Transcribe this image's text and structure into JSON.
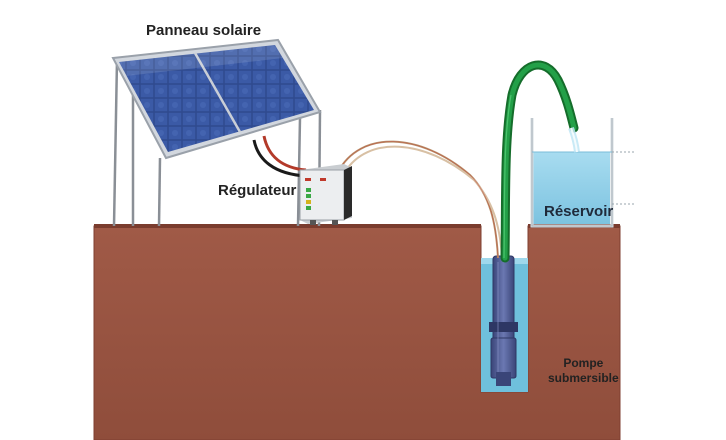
{
  "labels": {
    "solar_panel": "Panneau solaire",
    "regulator": "Régulateur",
    "reservoir": "Réservoir",
    "pump_line1": "Pompe",
    "pump_line2": "submersible"
  },
  "colors": {
    "soil": "#9a5543",
    "soil_edge": "#7f3f30",
    "water": "#8ccde6",
    "panel_cell": "#2f4a8f",
    "panel_frame": "#c9ced6",
    "pipe": "#1f8f3a",
    "cable_red": "#b33a2a",
    "cable_black": "#1a1a1a",
    "pump_body": "#4a5690",
    "regulator_body": "#e4e6e8"
  },
  "icons": {
    "panel": "solar-panel-icon",
    "regulator": "regulator-box-icon",
    "pump": "submersible-pump-icon",
    "tank": "water-tank-icon"
  }
}
